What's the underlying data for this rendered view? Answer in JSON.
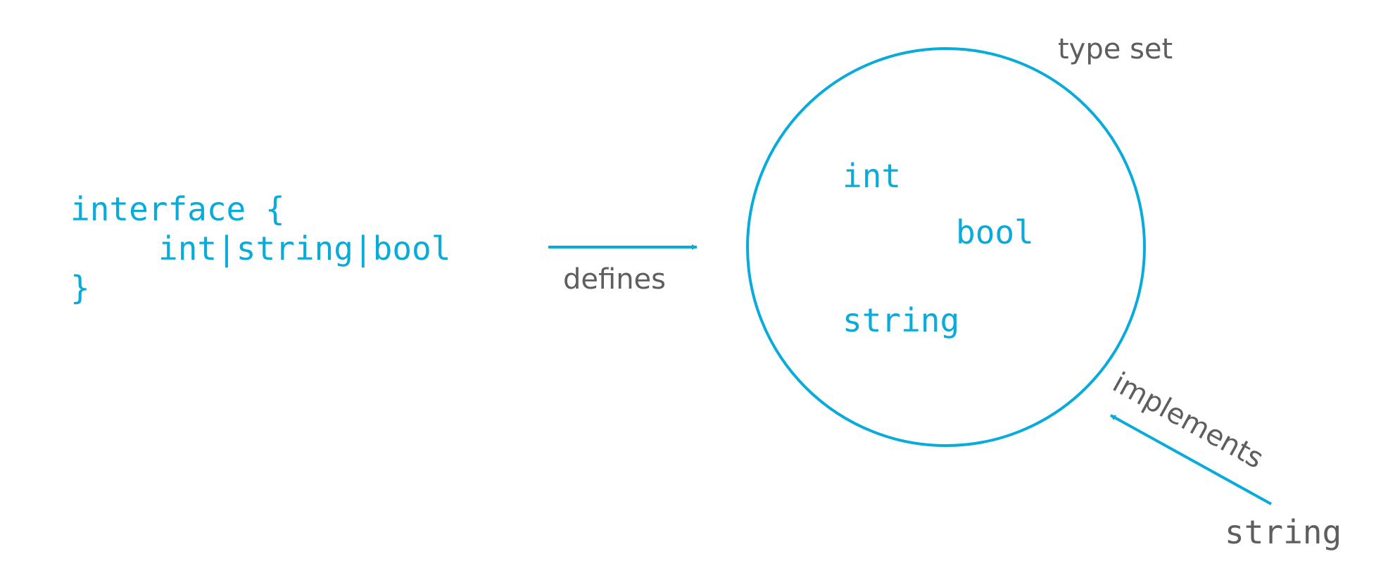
{
  "code": {
    "line1": "interface {",
    "line2": "int|string|bool",
    "line3": "}"
  },
  "labels": {
    "defines": "defines",
    "type_set": "type set",
    "implements": "implements",
    "implementing_type": "string"
  },
  "type_set_members": [
    "int",
    "bool",
    "string"
  ],
  "colors": {
    "accent": "#09ABDA",
    "label": "#5E5E5E",
    "background": "#FFFFFF"
  }
}
